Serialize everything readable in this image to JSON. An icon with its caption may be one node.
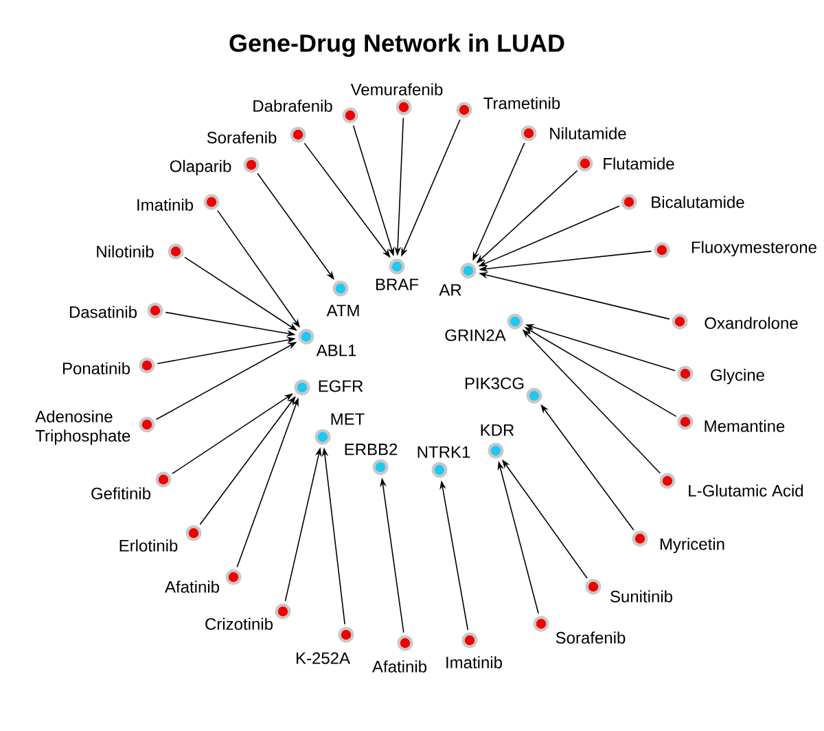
{
  "diagram": {
    "title": "Gene-Drug Network in LUAD",
    "nodes": [
      {
        "text": [
          "BRAF"
        ]
      },
      {
        "text": [
          "AR"
        ]
      },
      {
        "text": [
          "ATM"
        ]
      },
      {
        "text": [
          "ABL1"
        ]
      },
      {
        "text": [
          "EGFR"
        ]
      },
      {
        "text": [
          "MET"
        ]
      },
      {
        "text": [
          "ERBB2"
        ]
      },
      {
        "text": [
          "NTRK1"
        ]
      },
      {
        "text": [
          "KDR"
        ]
      },
      {
        "text": [
          "PIK3CG"
        ]
      },
      {
        "text": [
          "GRIN2A"
        ]
      },
      {
        "text": [
          "Dabrafenib"
        ]
      },
      {
        "text": [
          "Vemurafenib"
        ]
      },
      {
        "text": [
          "Trametinib"
        ]
      },
      {
        "text": [
          "Sorafenib"
        ]
      },
      {
        "text": [
          "Olaparib"
        ]
      },
      {
        "text": [
          "Imatinib"
        ]
      },
      {
        "text": [
          "Nilotinib"
        ]
      },
      {
        "text": [
          "Dasatinib"
        ]
      },
      {
        "text": [
          "Ponatinib"
        ]
      },
      {
        "text": [
          "Adenosine Triphosphate"
        ]
      },
      {
        "text": [
          "Gefitinib"
        ]
      },
      {
        "text": [
          "Erlotinib"
        ]
      },
      {
        "text": [
          "Afatinib"
        ]
      },
      {
        "text": [
          "Crizotinib"
        ]
      },
      {
        "text": [
          "K-252A"
        ]
      },
      {
        "text": [
          "Afatinib"
        ]
      },
      {
        "text": [
          "Imatinib"
        ]
      },
      {
        "text": [
          "Sorafenib"
        ]
      },
      {
        "text": [
          "Sunitinib"
        ]
      },
      {
        "text": [
          "Myricetin"
        ]
      },
      {
        "text": [
          "L-Glutamic Acid"
        ]
      },
      {
        "text": [
          "Memantine"
        ]
      },
      {
        "text": [
          "Glycine"
        ]
      },
      {
        "text": [
          "Oxandrolone"
        ]
      },
      {
        "text": [
          "Fluoxymesterone"
        ]
      },
      {
        "text": [
          "Bicalutamide"
        ]
      },
      {
        "text": [
          "Flutamide"
        ]
      },
      {
        "text": [
          "Nilutamide"
        ]
      }
    ],
    "edges": [
      {
        "from": 11,
        "to": 0,
        "arrow": "to"
      },
      {
        "from": 12,
        "to": 0,
        "arrow": "to"
      },
      {
        "from": 13,
        "to": 0,
        "arrow": "to"
      },
      {
        "from": 14,
        "to": 0,
        "arrow": "to"
      },
      {
        "from": 15,
        "to": 2,
        "arrow": "to"
      },
      {
        "from": 16,
        "to": 3,
        "arrow": "to"
      },
      {
        "from": 17,
        "to": 3,
        "arrow": "to"
      },
      {
        "from": 18,
        "to": 3,
        "arrow": "to"
      },
      {
        "from": 19,
        "to": 3,
        "arrow": "to"
      },
      {
        "from": 20,
        "to": 3,
        "arrow": "to"
      },
      {
        "from": 21,
        "to": 4,
        "arrow": "to"
      },
      {
        "from": 22,
        "to": 4,
        "arrow": "to"
      },
      {
        "from": 23,
        "to": 4,
        "arrow": "to"
      },
      {
        "from": 24,
        "to": 5,
        "arrow": "to"
      },
      {
        "from": 25,
        "to": 5,
        "arrow": "to"
      },
      {
        "from": 26,
        "to": 6,
        "arrow": "to"
      },
      {
        "from": 27,
        "to": 7,
        "arrow": "to"
      },
      {
        "from": 28,
        "to": 8,
        "arrow": "to"
      },
      {
        "from": 29,
        "to": 8,
        "arrow": "to"
      },
      {
        "from": 30,
        "to": 9,
        "arrow": "to"
      },
      {
        "from": 31,
        "to": 10,
        "arrow": "to"
      },
      {
        "from": 32,
        "to": 10,
        "arrow": "to"
      },
      {
        "from": 33,
        "to": 10,
        "arrow": "to"
      },
      {
        "from": 34,
        "to": 1,
        "arrow": "to"
      },
      {
        "from": 35,
        "to": 1,
        "arrow": "to"
      },
      {
        "from": 36,
        "to": 1,
        "arrow": "to"
      },
      {
        "from": 37,
        "to": 1,
        "arrow": "to"
      },
      {
        "from": 38,
        "to": 1,
        "arrow": "to"
      }
    ]
  }
}
